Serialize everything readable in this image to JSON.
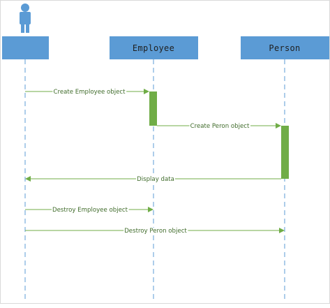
{
  "diagram": {
    "participants": [
      {
        "id": "actor",
        "label": ""
      },
      {
        "id": "employee",
        "label": "Employee"
      },
      {
        "id": "person",
        "label": "Person"
      }
    ],
    "messages": [
      {
        "label": "Create Employee object",
        "from": "actor",
        "to": "employee"
      },
      {
        "label": "Create Peron object",
        "from": "employee",
        "to": "person"
      },
      {
        "label": "Display data",
        "from": "person",
        "to": "actor"
      },
      {
        "label": "Destroy Employee object",
        "from": "actor",
        "to": "employee"
      },
      {
        "label": "Destroy Peron object",
        "from": "actor",
        "to": "person"
      }
    ],
    "colors": {
      "participant_box": "#5b9bd5",
      "lifeline": "#5b9bd5",
      "activation": "#70ad47",
      "message": "#70ad47",
      "actor_icon": "#5b9bd5"
    },
    "icons": {
      "actor": "person-icon"
    }
  }
}
